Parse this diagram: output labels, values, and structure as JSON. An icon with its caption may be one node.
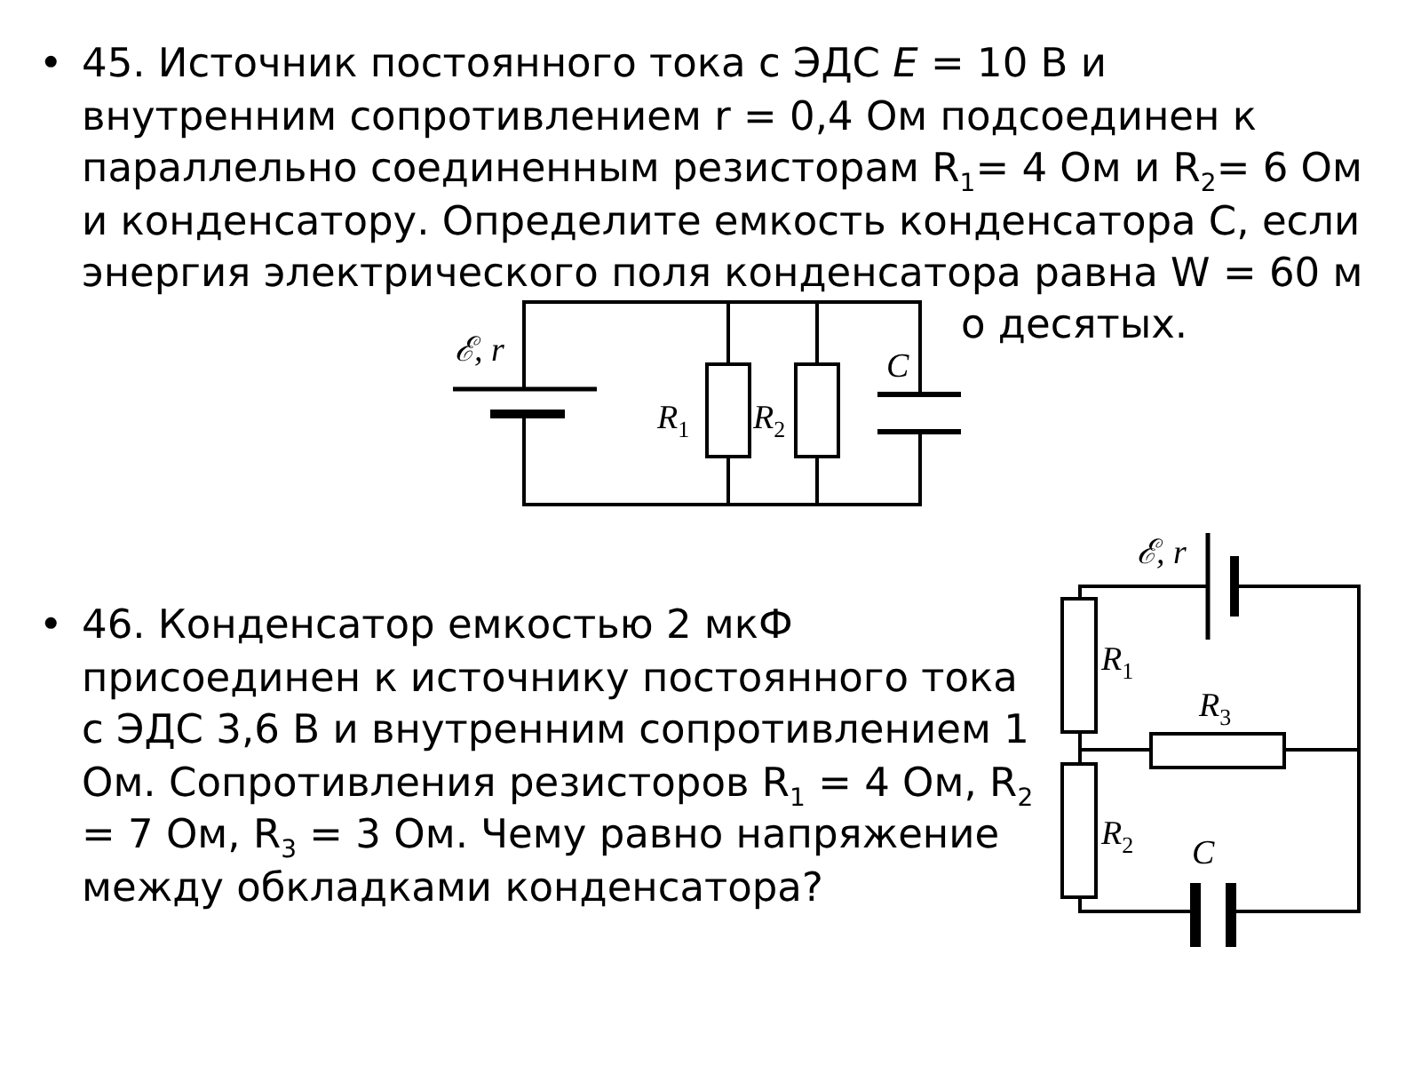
{
  "diagram": {
    "labels": [
      "•",
      "45. Источник постоянного тока с ЭДС *E* = 10 В и внутренним сопротивлением r = 0,4 Ом подсоединен к параллельно соединенным резисторам R$_{1}$= 4 Ом и R$_{2}$= 6 Ом и конденсатору. Определите емкость конденсатора С, если энергия электрического поля конденсатора равна W = 60 м",
      "о десятых.",
      "ℰ, r",
      "R$_{1}$",
      "R$_{2}$",
      "C",
      "•",
      "46. Конденсатор емкостью 2 мкФ присоединен к источнику постоянного тока с ЭДС 3,6 В и внутренним сопротивлением 1 Ом. Сопротивления резисторов R$_{1}$ = 4 Ом, R$_{2}$ = 7 Ом, R$_{3}$ = 3 Ом. Чему равно напряжение между обкладками конденсатора?",
      "ℰ, r",
      "R$_{1}$",
      "R$_{3}$",
      "R$_{2}$",
      "C"
    ]
  }
}
